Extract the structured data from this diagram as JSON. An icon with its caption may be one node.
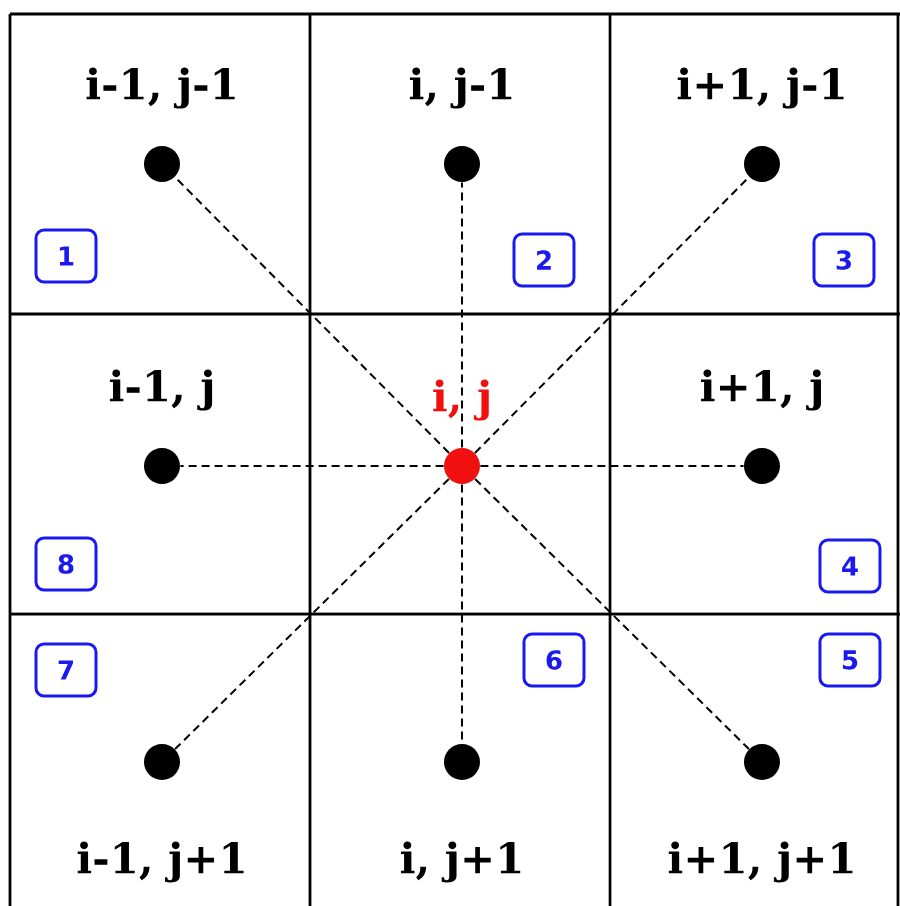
{
  "diagram": {
    "nodes": [
      {
        "text": [
          "i-1, j-1"
        ]
      },
      {
        "text": [
          "i, j-1"
        ]
      },
      {
        "text": [
          "i+1, j-1"
        ]
      },
      {
        "text": [
          "i-1, j"
        ]
      },
      {
        "text": [
          "i, j"
        ]
      },
      {
        "text": [
          "i+1, j"
        ]
      },
      {
        "text": [
          "i-1, j+1"
        ]
      },
      {
        "text": [
          "i, j+1"
        ]
      },
      {
        "text": [
          "i+1, j+1"
        ]
      },
      {
        "text": [
          "1"
        ]
      },
      {
        "text": [
          "2"
        ]
      },
      {
        "text": [
          "3"
        ]
      },
      {
        "text": [
          "8"
        ]
      },
      {
        "text": [
          "4"
        ]
      },
      {
        "text": [
          "7"
        ]
      },
      {
        "text": [
          "6"
        ]
      },
      {
        "text": [
          "5"
        ]
      }
    ],
    "edges": [
      {
        "from": 4,
        "to": 0,
        "arrow": "none"
      },
      {
        "from": 4,
        "to": 1,
        "arrow": "none"
      },
      {
        "from": 4,
        "to": 2,
        "arrow": "none"
      },
      {
        "from": 4,
        "to": 3,
        "arrow": "none"
      },
      {
        "from": 4,
        "to": 5,
        "arrow": "none"
      },
      {
        "from": 4,
        "to": 6,
        "arrow": "none"
      },
      {
        "from": 4,
        "to": 7,
        "arrow": "none"
      },
      {
        "from": 4,
        "to": 8,
        "arrow": "none"
      }
    ]
  }
}
